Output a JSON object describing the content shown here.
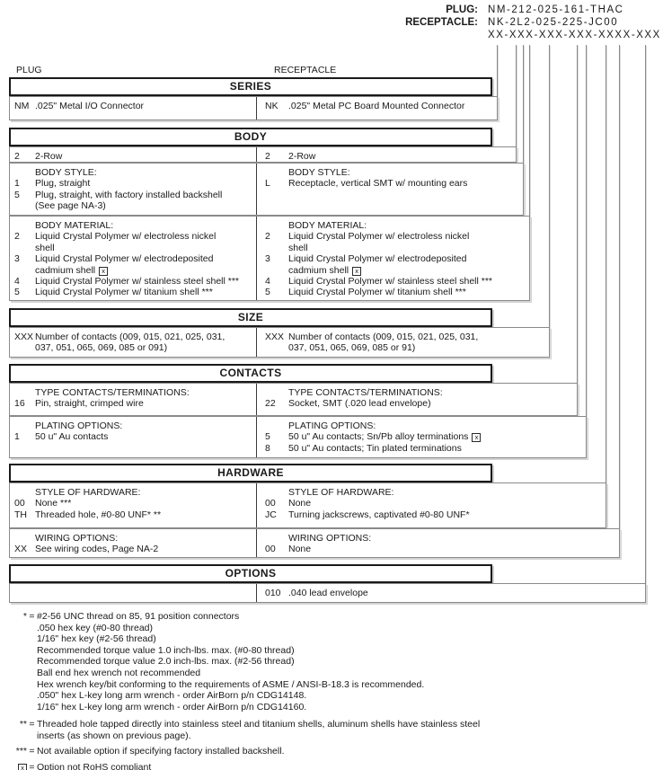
{
  "part_number_header": {
    "plug_label": "PLUG:",
    "plug_value": "NM-212-025-161-THAC",
    "receptacle_label": "RECEPTACLE:",
    "receptacle_value": "NK-2L2-025-225-JC00",
    "pattern": "XX-XXX-XXX-XXX-XXXX-XXX"
  },
  "column_labels": {
    "left": "PLUG",
    "right": "RECEPTACLE"
  },
  "sections": [
    {
      "title": "SERIES",
      "blocks": [
        {
          "left": {
            "rows": [
              {
                "code": "NM",
                "lines": [
                  ".025\" Metal I/O Connector"
                ]
              }
            ]
          },
          "right": {
            "rows": [
              {
                "code": "NK",
                "lines": [
                  ".025\" Metal PC Board Mounted Connector"
                ]
              }
            ]
          }
        }
      ]
    },
    {
      "title": "BODY",
      "blocks": [
        {
          "left": {
            "rows": [
              {
                "code": "2",
                "lines": [
                  "2-Row"
                ]
              }
            ]
          },
          "right": {
            "rows": [
              {
                "code": "2",
                "lines": [
                  "2-Row"
                ]
              }
            ]
          }
        },
        {
          "left": {
            "heading": "BODY STYLE:",
            "rows": [
              {
                "code": "1",
                "lines": [
                  "Plug, straight"
                ]
              },
              {
                "code": "5",
                "lines": [
                  "Plug, straight, with factory installed backshell",
                  "(See page NA-3)"
                ]
              }
            ]
          },
          "right": {
            "heading": "BODY STYLE:",
            "rows": [
              {
                "code": "L",
                "lines": [
                  "Receptacle, vertical SMT w/ mounting ears"
                ]
              }
            ]
          }
        },
        {
          "left": {
            "heading": "BODY MATERIAL:",
            "rows": [
              {
                "code": "2",
                "lines": [
                  "Liquid Crystal Polymer w/ electroless nickel",
                  "shell"
                ]
              },
              {
                "code": "3",
                "lines": [
                  "Liquid Crystal Polymer w/ electrodeposited",
                  "cadmium shell"
                ],
                "not_rohs": true
              },
              {
                "code": "4",
                "lines": [
                  "Liquid Crystal Polymer w/ stainless steel shell ***"
                ]
              },
              {
                "code": "5",
                "lines": [
                  "Liquid Crystal Polymer w/ titanium shell ***"
                ]
              }
            ]
          },
          "right": {
            "heading": "BODY MATERIAL:",
            "rows": [
              {
                "code": "2",
                "lines": [
                  "Liquid Crystal Polymer w/ electroless nickel",
                  "shell"
                ]
              },
              {
                "code": "3",
                "lines": [
                  "Liquid Crystal Polymer w/ electrodeposited",
                  "cadmium shell"
                ],
                "not_rohs": true
              },
              {
                "code": "4",
                "lines": [
                  "Liquid Crystal Polymer w/ stainless steel shell ***"
                ]
              },
              {
                "code": "5",
                "lines": [
                  "Liquid Crystal Polymer w/ titanium shell ***"
                ]
              }
            ]
          }
        }
      ]
    },
    {
      "title": "SIZE",
      "blocks": [
        {
          "left": {
            "rows": [
              {
                "code": "XXX",
                "lines": [
                  "Number of contacts (009, 015, 021, 025, 031,",
                  "037, 051, 065, 069, 085 or 091)"
                ]
              }
            ]
          },
          "right": {
            "rows": [
              {
                "code": "XXX",
                "lines": [
                  "Number of contacts (009, 015, 021, 025, 031,",
                  "037, 051, 065, 069, 085 or 91)"
                ]
              }
            ]
          }
        }
      ]
    },
    {
      "title": "CONTACTS",
      "blocks": [
        {
          "left": {
            "heading": "TYPE CONTACTS/TERMINATIONS:",
            "rows": [
              {
                "code": "16",
                "lines": [
                  "Pin, straight, crimped wire"
                ]
              }
            ]
          },
          "right": {
            "heading": "TYPE CONTACTS/TERMINATIONS:",
            "rows": [
              {
                "code": "22",
                "lines": [
                  "Socket, SMT (.020 lead envelope)"
                ]
              }
            ]
          }
        },
        {
          "left": {
            "heading": "PLATING OPTIONS:",
            "rows": [
              {
                "code": "1",
                "lines": [
                  "50 u\" Au contacts"
                ]
              }
            ]
          },
          "right": {
            "heading": "PLATING OPTIONS:",
            "rows": [
              {
                "code": "5",
                "lines": [
                  "50 u\" Au contacts; Sn/Pb alloy terminations"
                ],
                "not_rohs": true
              },
              {
                "code": "8",
                "lines": [
                  "50 u\" Au contacts; Tin plated terminations"
                ]
              }
            ]
          }
        }
      ]
    },
    {
      "title": "HARDWARE",
      "blocks": [
        {
          "left": {
            "heading": "STYLE OF HARDWARE:",
            "rows": [
              {
                "code": "00",
                "lines": [
                  "None ***"
                ]
              },
              {
                "code": "TH",
                "lines": [
                  "Threaded hole, #0-80 UNF* **"
                ]
              }
            ]
          },
          "right": {
            "heading": "STYLE OF HARDWARE:",
            "rows": [
              {
                "code": "00",
                "lines": [
                  "None"
                ]
              },
              {
                "code": "JC",
                "lines": [
                  "Turning jackscrews, captivated #0-80 UNF*"
                ]
              }
            ]
          }
        },
        {
          "left": {
            "heading": "WIRING OPTIONS:",
            "rows": [
              {
                "code": "XX",
                "lines": [
                  "See wiring codes, Page NA-2"
                ]
              }
            ]
          },
          "right": {
            "heading": "WIRING OPTIONS:",
            "rows": [
              {
                "code": "00",
                "lines": [
                  "None"
                ]
              }
            ]
          }
        }
      ]
    },
    {
      "title": "OPTIONS",
      "blocks": [
        {
          "left": {
            "rows": []
          },
          "right": {
            "rows": [
              {
                "code": "010",
                "lines": [
                  ".040 lead envelope"
                ]
              }
            ]
          }
        }
      ]
    }
  ],
  "footnotes": [
    {
      "symbol": "*",
      "text": "#2-56 UNC thread on 85, 91 position connectors",
      "sub": [
        ".050 hex key (#0-80 thread)",
        "1/16\" hex key (#2-56 thread)",
        "Recommended torque value 1.0 inch-lbs. max. (#0-80 thread)",
        "Recommended torque value 2.0 inch-lbs. max. (#2-56 thread)",
        "Ball end hex wrench not recommended",
        "Hex wrench key/bit conforming to the requirements of ASME / ANSI-B-18.3 is recommended.",
        ".050\" hex L-key long arm wrench - order AirBorn p/n CDG14148.",
        "1/16\" hex L-key long arm wrench - order AirBorn p/n CDG14160."
      ]
    },
    {
      "symbol": "**",
      "text": "Threaded hole tapped directly into stainless steel and titanium shells, aluminum shells have stainless steel",
      "sub": [
        "inserts (as shown on previous page)."
      ]
    },
    {
      "symbol": "***",
      "text": "Not available option if specifying factory installed backshell."
    },
    {
      "symbol": "x",
      "icon": "not-rohs",
      "text": "Option not RoHS compliant"
    }
  ],
  "colors": {
    "connector_line_gray": "#8a8a8a",
    "header_border_black": "#1a1a1a",
    "divider_dark": "#3a3a3a",
    "shadow_gray": "#d4d4d4"
  }
}
